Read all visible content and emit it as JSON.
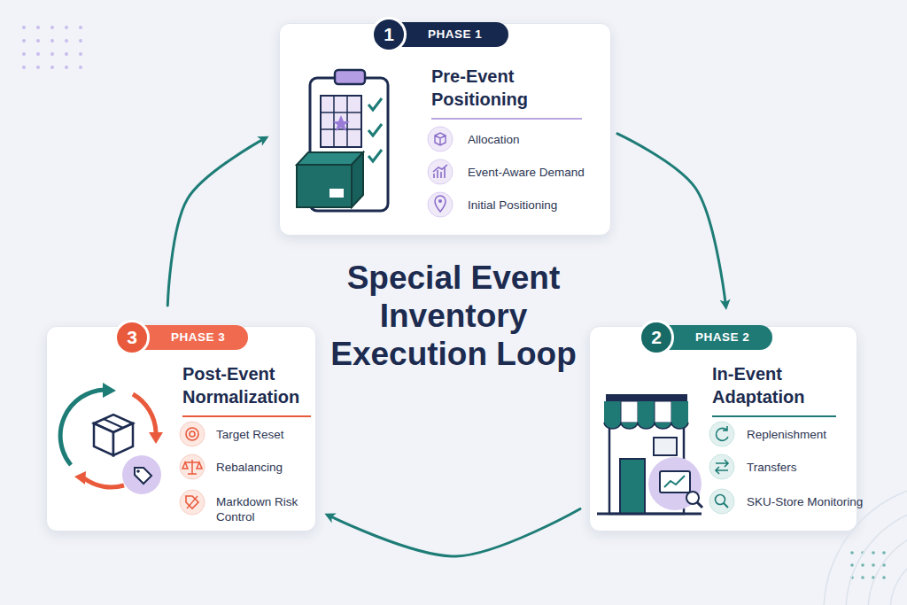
{
  "diagram": {
    "title": "Special Event Inventory Execution Loop",
    "nodes": [
      {
        "text": [
          "1",
          "PHASE 1",
          "Pre-Event Positioning",
          "Allocation",
          "Event-Aware Demand",
          "Initial Positioning"
        ]
      },
      {
        "text": [
          "2",
          "PHASE 2",
          "In-Event Adaptation",
          "Replenishment",
          "Transfers",
          "SKU-Store Monitoring"
        ]
      },
      {
        "text": [
          "3",
          "PHASE 3",
          "Post-Event Normalization",
          "Target Reset",
          "Rebalancing",
          "Markdown Risk Control"
        ]
      }
    ],
    "edges": [
      {
        "from": 0,
        "to": 1,
        "arrow": "to"
      },
      {
        "from": 1,
        "to": 2,
        "arrow": "to"
      },
      {
        "from": 2,
        "to": 0,
        "arrow": "to"
      }
    ]
  }
}
